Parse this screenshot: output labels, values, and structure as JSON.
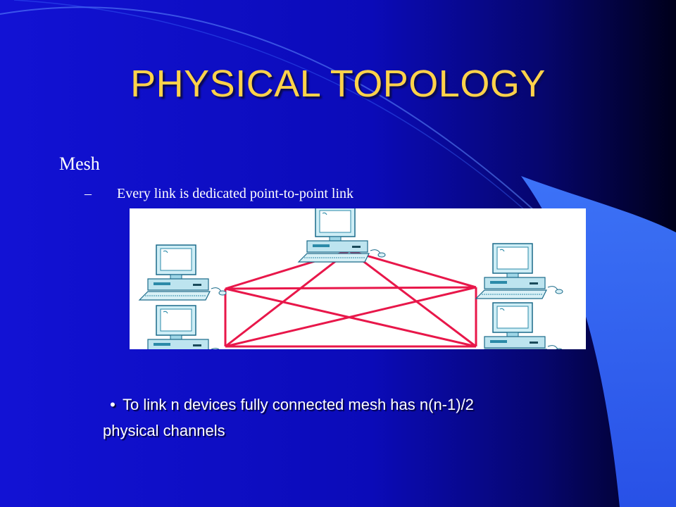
{
  "slide": {
    "title": "PHYSICAL TOPOLOGY",
    "heading": "Mesh",
    "sub_marker": "–",
    "sub_point": "Every link is dedicated  point-to-point link",
    "bullet": "•",
    "note_line1": "To link  n devices  fully connected mesh has n(n-1)/2",
    "note_line2": "physical channels"
  },
  "diagram": {
    "topology": "mesh",
    "device_count": 5,
    "link_color": "#e8174a",
    "devices": [
      "computer-top",
      "computer-left-upper",
      "computer-right-upper",
      "computer-left-lower",
      "computer-right-lower"
    ]
  },
  "colors": {
    "background": "#0f10c8",
    "title": "#ffd24a",
    "text": "#ffffff"
  }
}
